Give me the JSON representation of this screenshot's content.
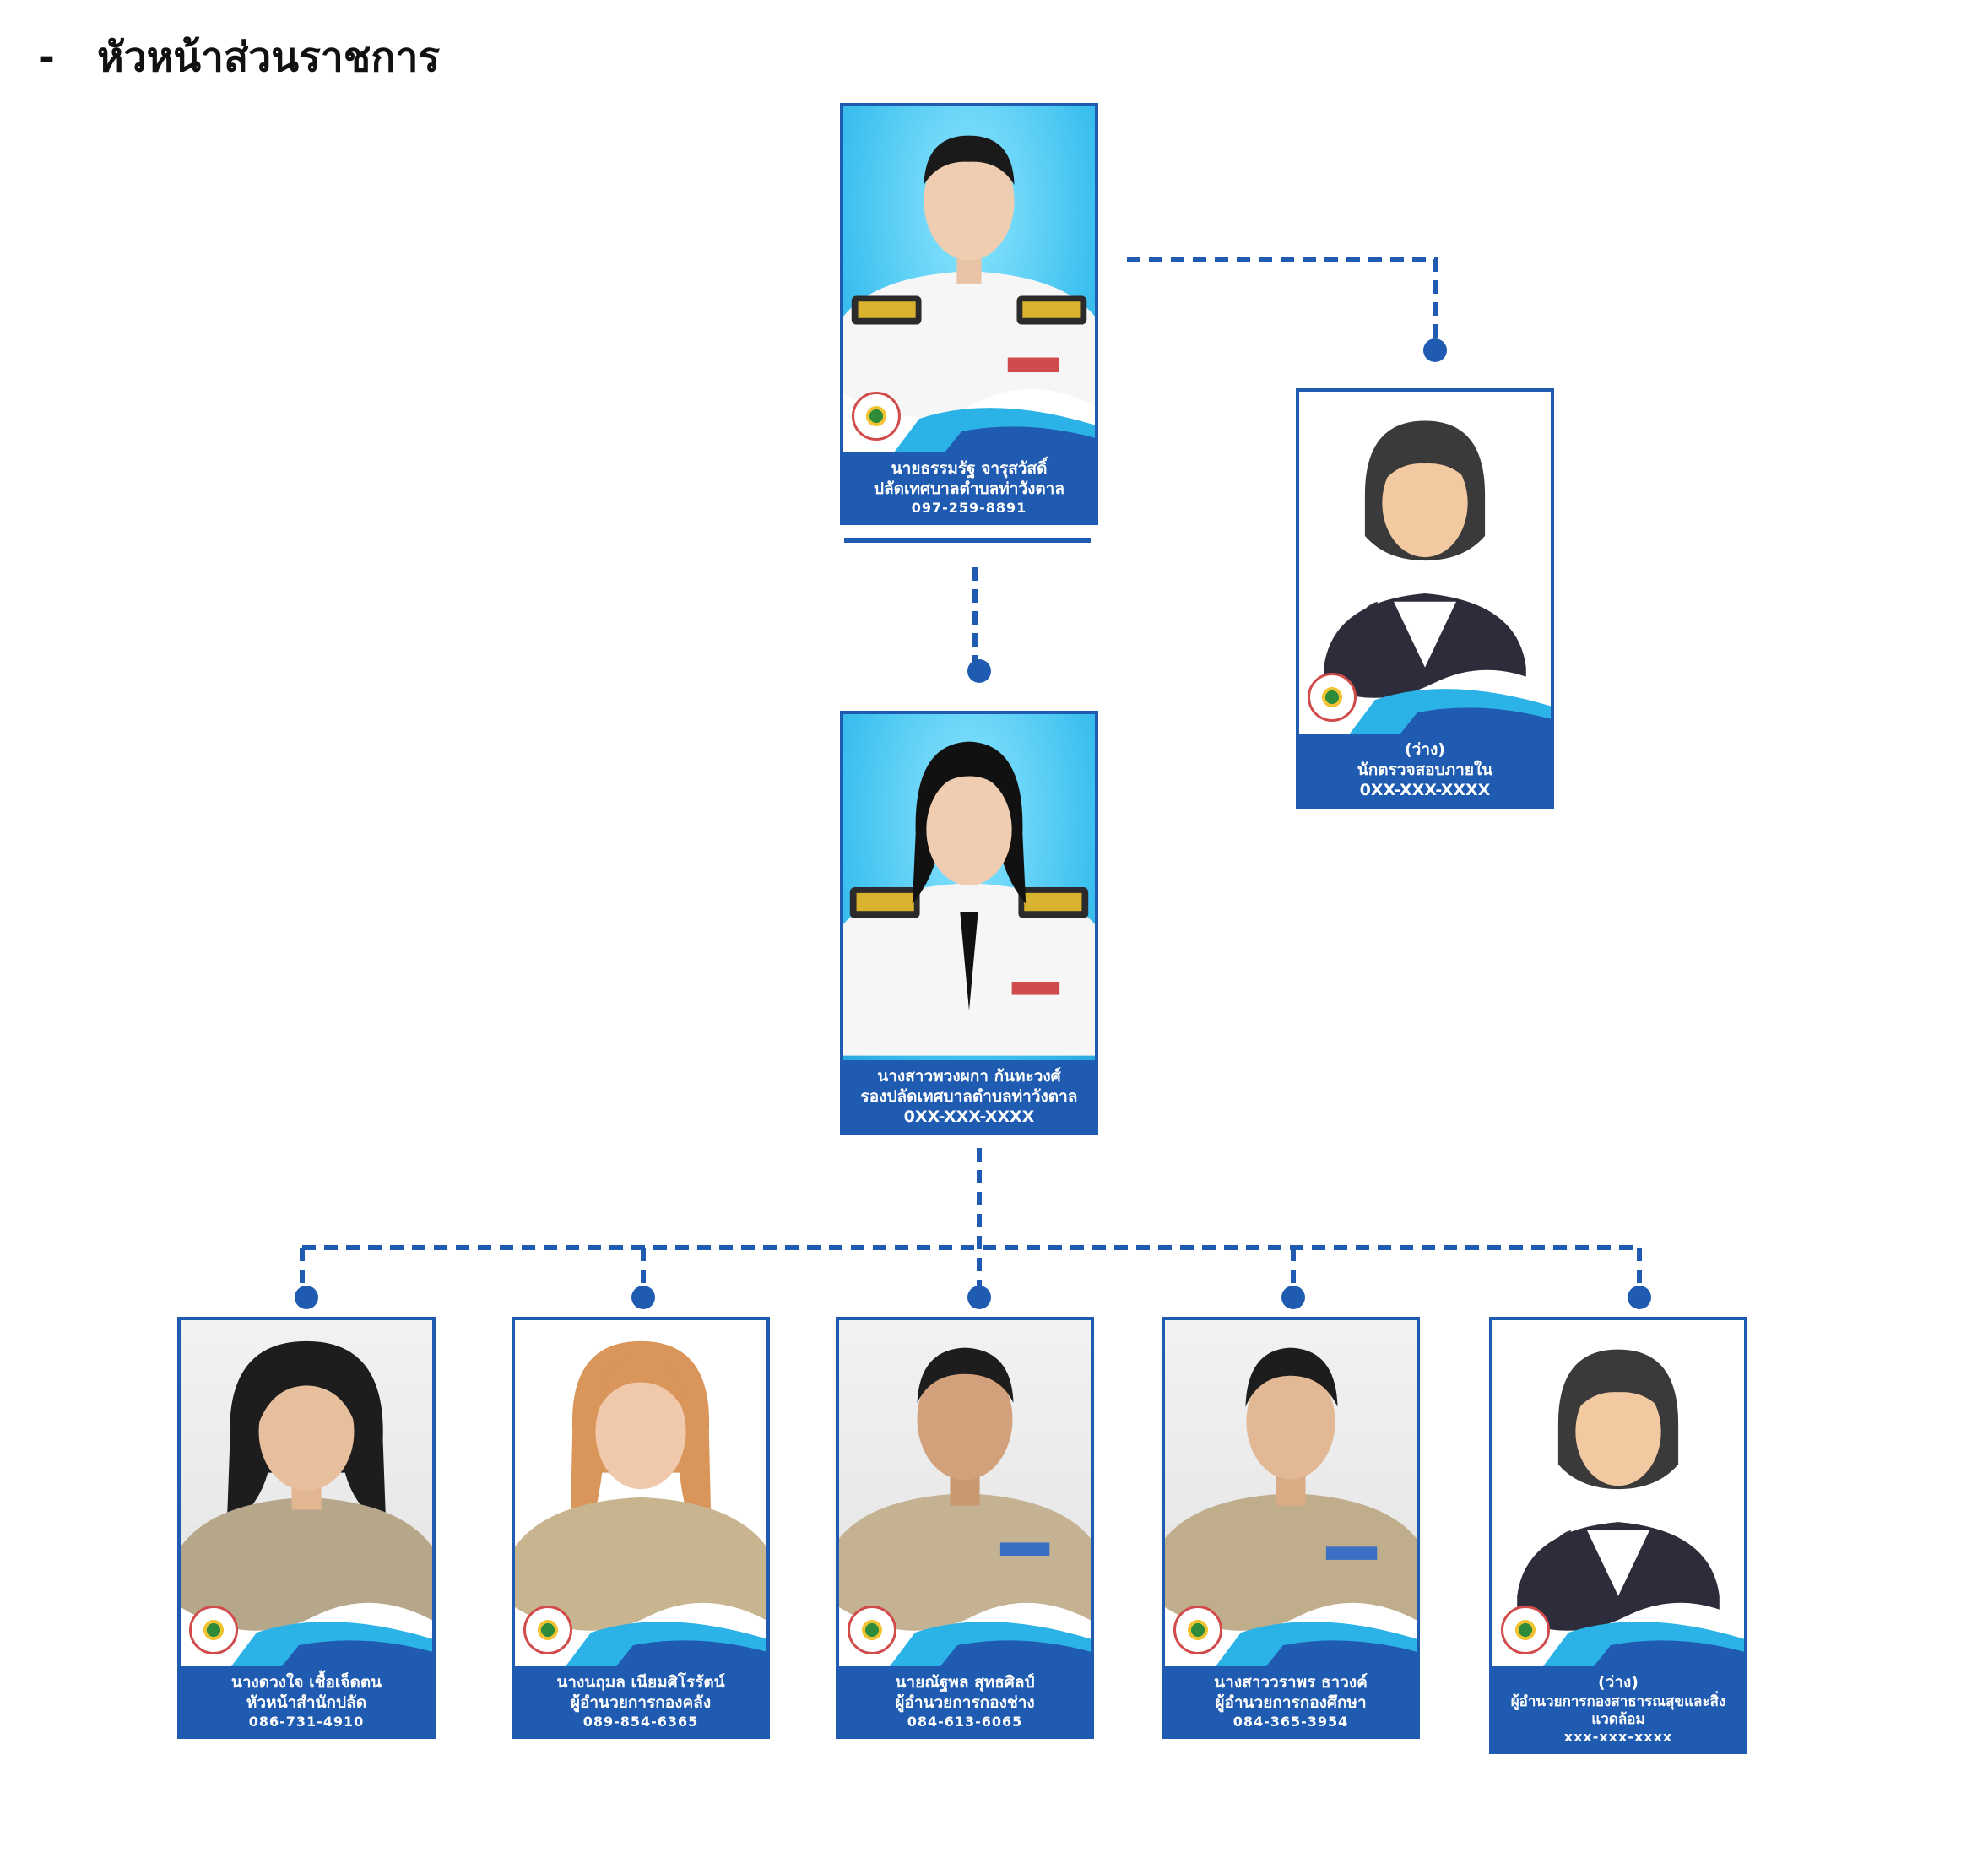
{
  "heading": {
    "bullet": "-",
    "title": "หัวหน้าส่วนราชการ"
  },
  "colors": {
    "accent": "#1f5bb0",
    "line": "#1f5bb0"
  },
  "cards": [
    {
      "id": "chief",
      "name": "นายธรรมรัฐ  จารุสวัสดิ์",
      "position": "ปลัดเทศบาลตำบลท่าวังตาล",
      "phone": "097-259-8891",
      "photo": "man-white-uniform"
    },
    {
      "id": "auditor",
      "name": "(ว่าง)",
      "position": "นักตรวจสอบภายใน",
      "phone": "0XX-XXX-XXXX",
      "photo": "placeholder-avatar"
    },
    {
      "id": "deputy",
      "name": "นางสาวพวงผกา  กันทะวงศ์",
      "position": "รองปลัดเทศบาลตำบลท่าวังตาล",
      "phone": "0XX-XXX-XXXX",
      "photo": "woman-white-uniform"
    },
    {
      "id": "office-head",
      "name": "นางดวงใจ  เชื้อเจ็ดตน",
      "position": "หัวหน้าสำนักปลัด",
      "phone": "086-731-4910",
      "photo": "woman-khaki-uniform"
    },
    {
      "id": "finance",
      "name": "นางนฤมล  เนียมศิโรรัตน์",
      "position": "ผู้อำนวยการกองคลัง",
      "phone": "089-854-6365",
      "photo": "woman-khaki-uniform-blonde"
    },
    {
      "id": "engineering",
      "name": "นายณัฐพล  สุทธศิลป์",
      "position": "ผู้อำนวยการกองช่าง",
      "phone": "084-613-6065",
      "photo": "man-khaki-uniform"
    },
    {
      "id": "education",
      "name": "นางสาววราพร  ธาวงค์",
      "position": "ผู้อำนวยการกองศึกษา",
      "phone": "084-365-3954",
      "photo": "woman-khaki-uniform-2"
    },
    {
      "id": "health",
      "name": "(ว่าง)",
      "position": "ผู้อำนวยการกองสาธารณสุขและสิ่งแวดล้อม",
      "phone": "xxx-xxx-xxxx",
      "photo": "placeholder-avatar"
    }
  ]
}
